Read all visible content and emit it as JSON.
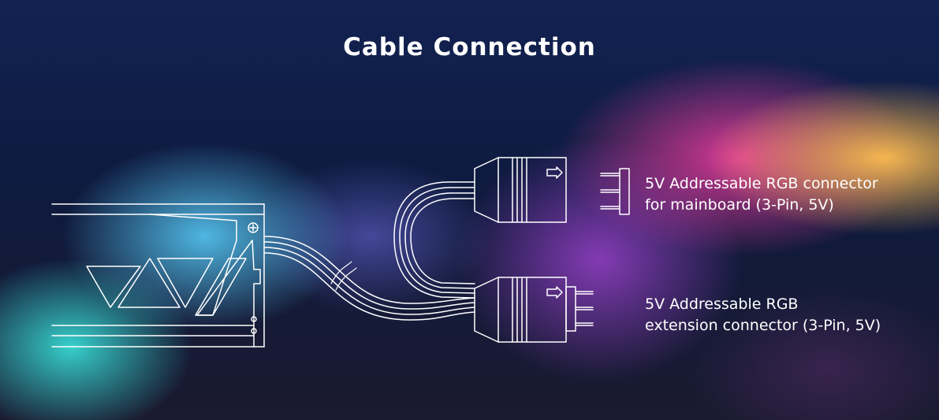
{
  "title": "Cable Connection",
  "connectors": [
    {
      "id": "mainboard",
      "line1": "5V Addressable RGB connector",
      "line2": "for mainboard (3-Pin, 5V)",
      "icon": "three-pin-female-socket-icon"
    },
    {
      "id": "extension",
      "line1": "5V Addressable RGB",
      "line2": "extension connector (3-Pin, 5V)",
      "icon": "three-pin-male-header-icon"
    }
  ],
  "colors": {
    "line": "#ffffff",
    "background": "#0f1a3c"
  }
}
